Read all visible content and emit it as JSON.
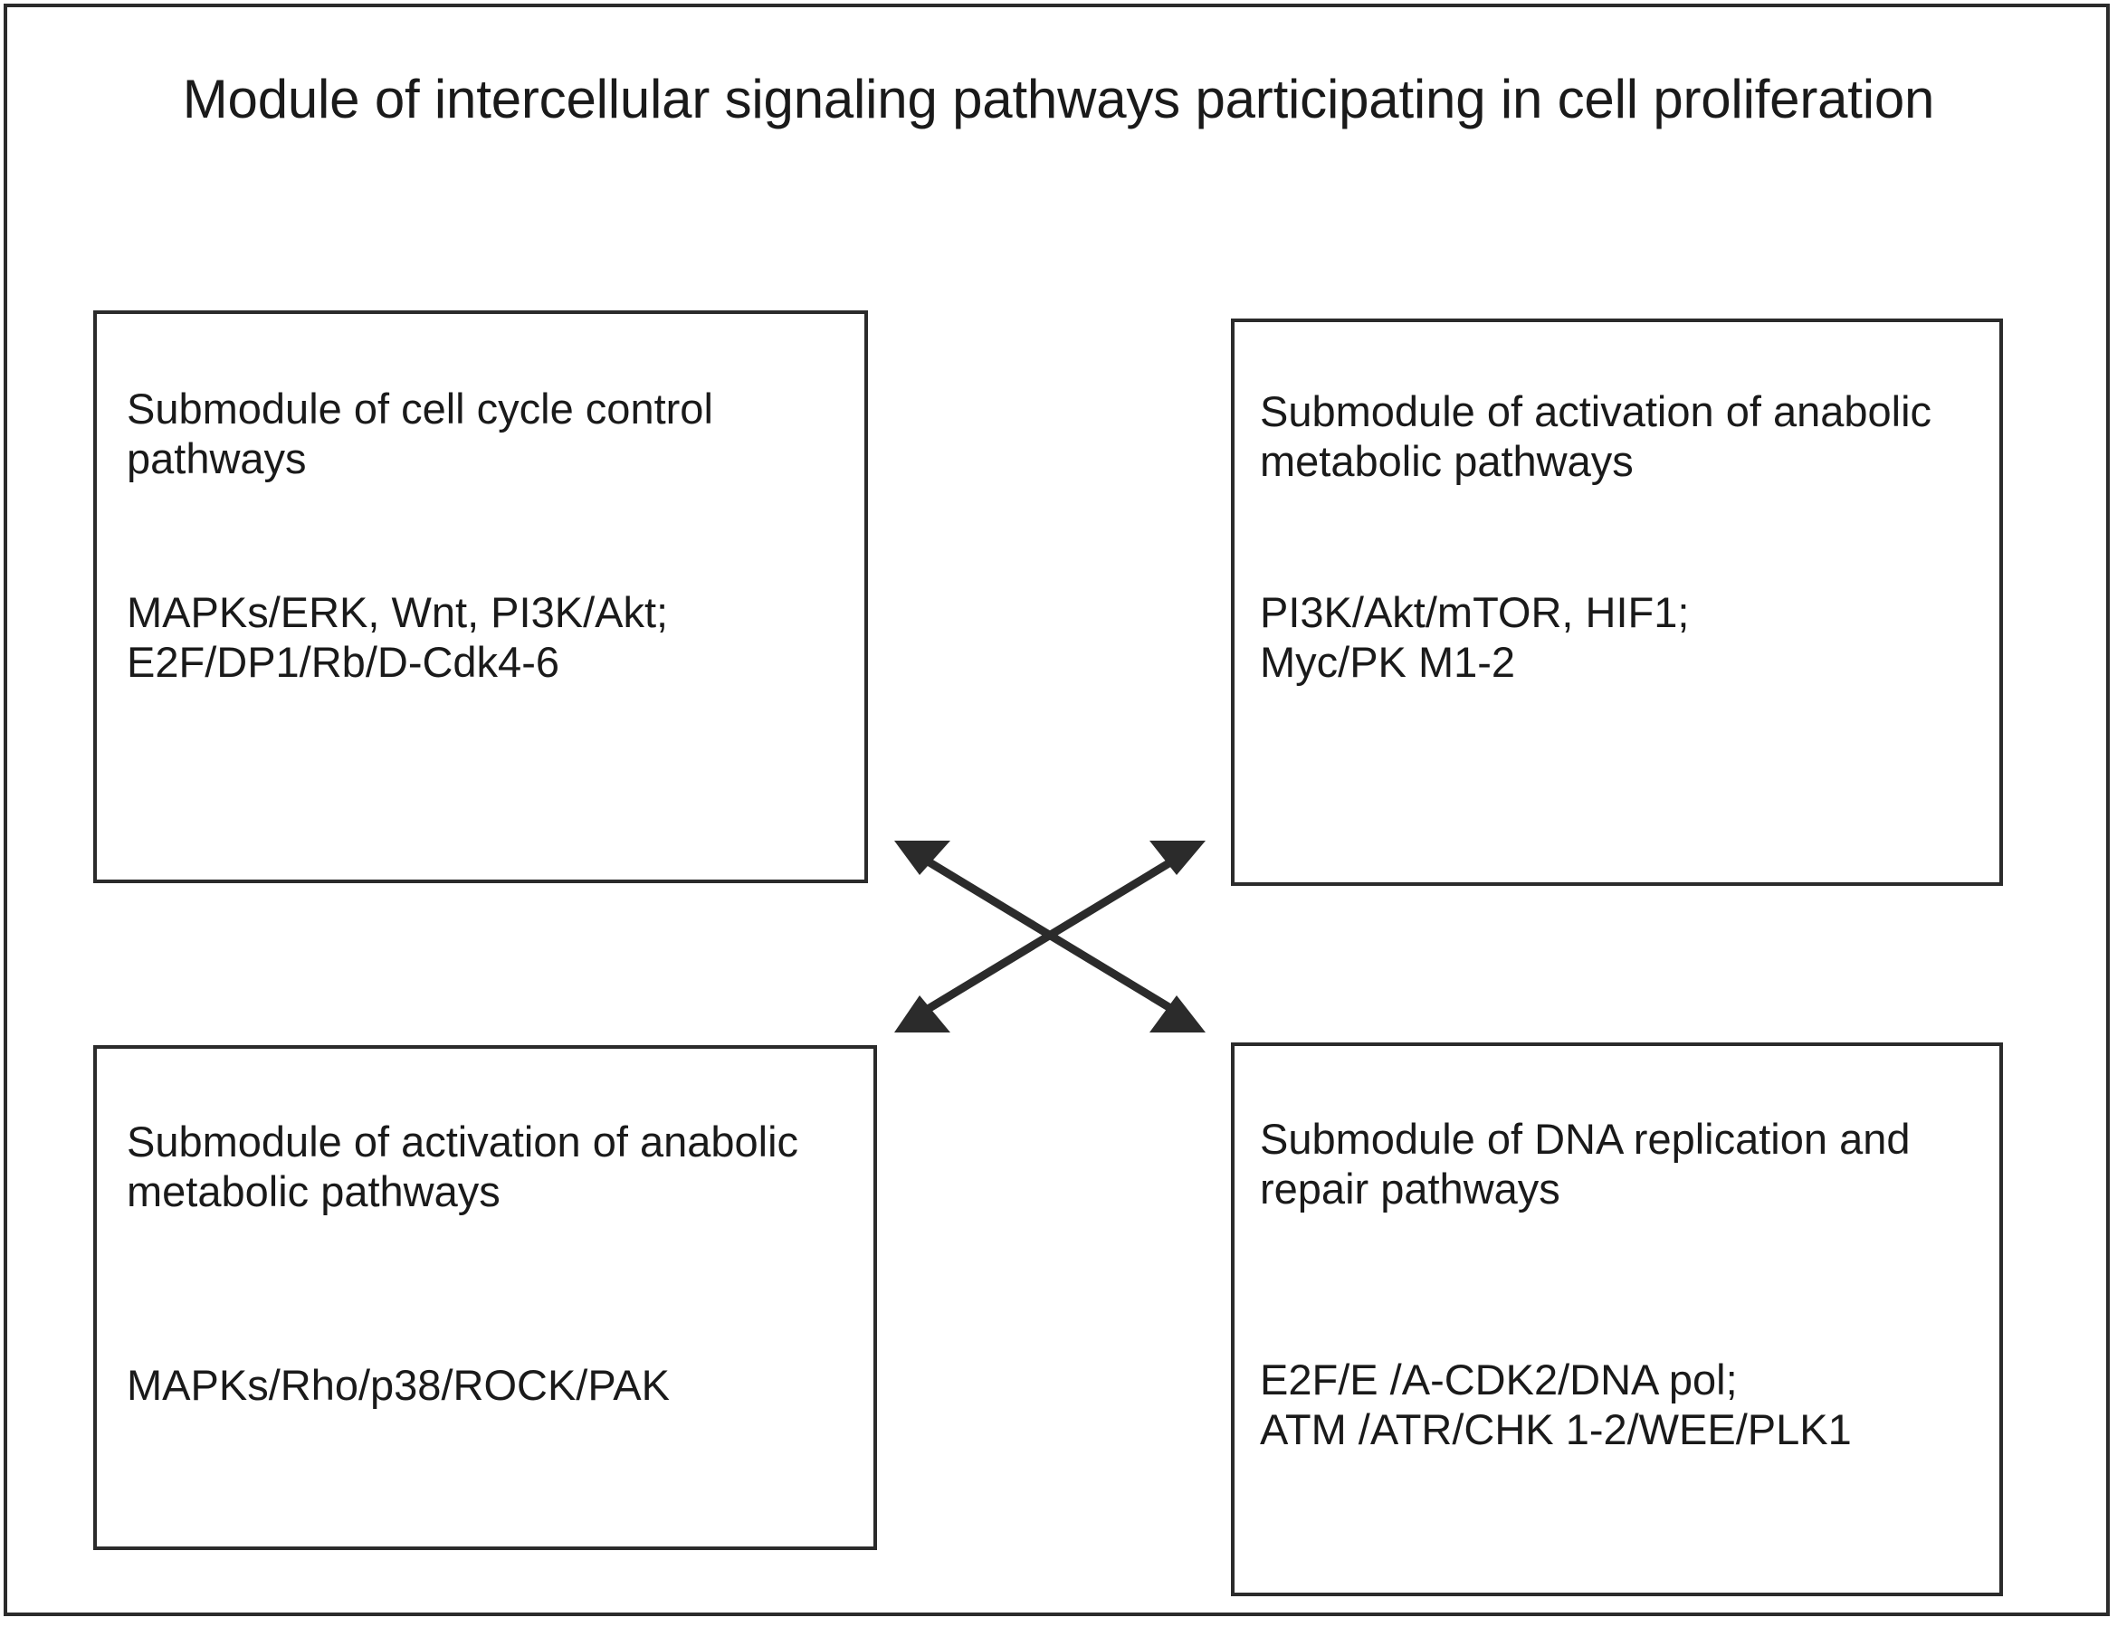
{
  "diagram": {
    "title": "Module of intercellular signaling pathways participating in cell proliferation",
    "frame_color": "#2b2b2b",
    "text_color": "#1a1a1a",
    "background_color": "#ffffff",
    "boxes": [
      {
        "id": "cell-cycle",
        "position": "top-left",
        "title": "Submodule of cell cycle control pathways",
        "pathways": "MAPKs/ERK, Wnt, PI3K/Akt;\nE2F/DP1/Rb/D-Cdk4-6"
      },
      {
        "id": "anabolic-top",
        "position": "top-right",
        "title": "Submodule of activation of anabolic metabolic pathways",
        "pathways": "PI3K/Akt/mTOR, HIF1;\nMyc/PK M1-2"
      },
      {
        "id": "anabolic-bottom",
        "position": "bottom-left",
        "title": "Submodule of activation of anabolic metabolic pathways",
        "pathways": "MAPKs/Rho/p38/ROCK/PAK"
      },
      {
        "id": "dna-replication",
        "position": "bottom-right",
        "title": "Submodule of DNA replication and repair pathways",
        "pathways": "E2F/E /A-CDK2/DNA pol;\nATM /ATR/CHK 1-2/WEE/PLK1"
      }
    ],
    "connectors": {
      "name": "crossed-double-headed-arrows",
      "description": "Two diagonal double-headed arrows forming an X between the four submodule boxes",
      "arrowhead_count": 4,
      "line_color": "#2b2b2b"
    }
  }
}
